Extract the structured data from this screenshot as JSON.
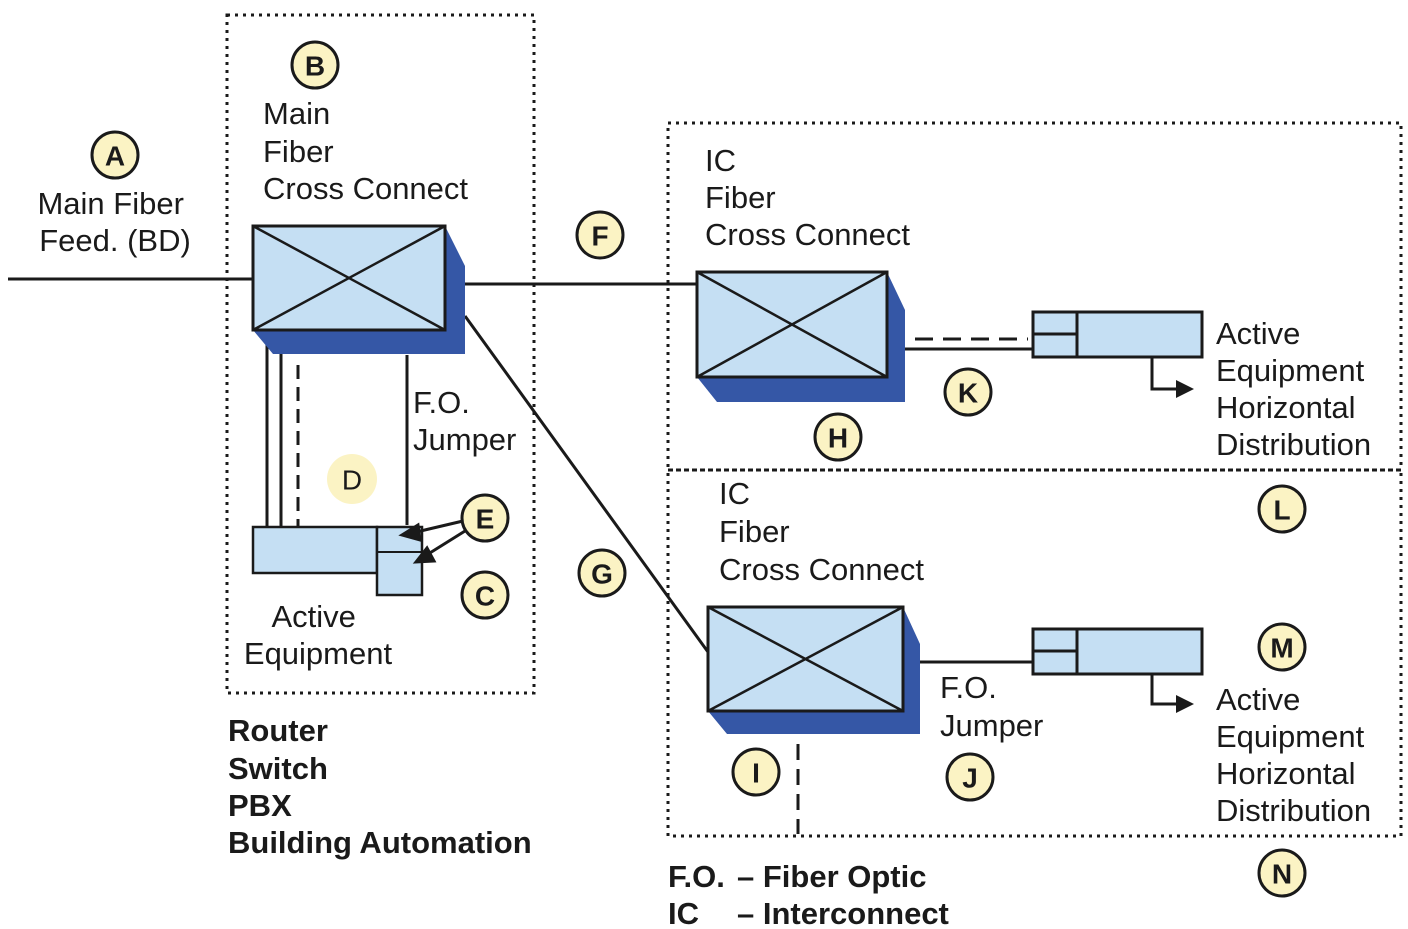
{
  "badges": {
    "a": "A",
    "b": "B",
    "c": "C",
    "d": "D",
    "e": "E",
    "f": "F",
    "g": "G",
    "h": "H",
    "i": "I",
    "j": "J",
    "k": "K",
    "l": "L",
    "m": "M",
    "n": "N"
  },
  "labels": {
    "main_fiber_feed": [
      "Main Fiber",
      "Feed. (BD)"
    ],
    "main_cross_connect": [
      "Main",
      "Fiber",
      "Cross Connect"
    ],
    "fo_jumper_left": [
      "F.O.",
      "Jumper"
    ],
    "active_equipment_left": [
      "Active",
      "Equipment"
    ],
    "ic_cross_connect_top": [
      "IC",
      "Fiber",
      "Cross Connect"
    ],
    "active_equipment_top": [
      "Active",
      "Equipment",
      "Horizontal",
      "Distribution"
    ],
    "ic_cross_connect_bottom": [
      "IC",
      "Fiber",
      "Cross Connect"
    ],
    "fo_jumper_right": [
      "F.O.",
      "Jumper"
    ],
    "active_equipment_bottom": [
      "Active",
      "Equipment",
      "Horizontal",
      "Distribution"
    ]
  },
  "equipment_list": [
    "Router",
    "Switch",
    "PBX",
    "Building Automation"
  ],
  "legend": {
    "fo_abbr": "F.O.",
    "fo_def": "– Fiber Optic",
    "ic_abbr": "IC",
    "ic_def": "– Interconnect"
  },
  "colors": {
    "box_fill": "#c5dff3",
    "box_shadow": "#3557a6",
    "badge_fill": "#fbf3c4",
    "line": "#1a1a1a"
  }
}
